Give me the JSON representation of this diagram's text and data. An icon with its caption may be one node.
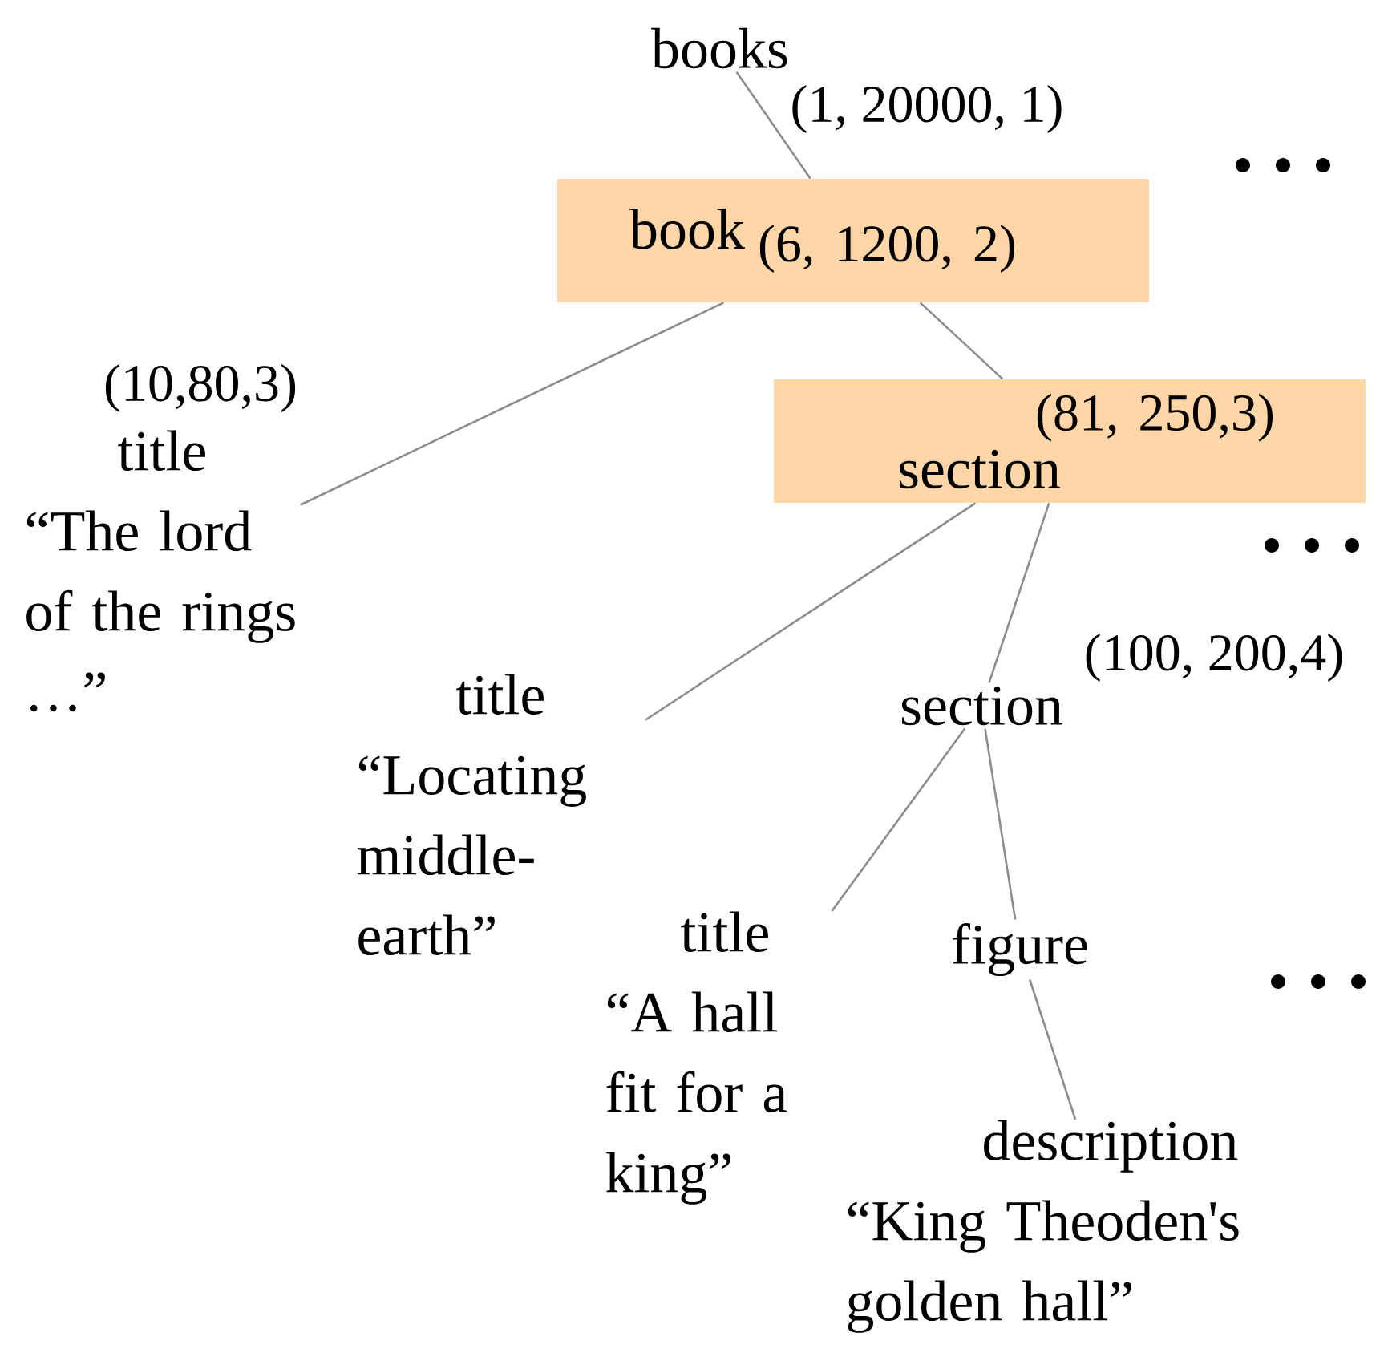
{
  "diagram": {
    "nodes": [
      {
        "text": [
          "books"
        ],
        "beside": [
          "(1, 20000, 1)"
        ]
      },
      {
        "text": [
          "book",
          "(6, 1200, 2)"
        ]
      },
      {
        "text": [
          "title",
          "“The lord of the rings …”"
        ],
        "beside": [
          "(10,80,3)"
        ]
      },
      {
        "text": [
          "(81, 250,3)",
          "section"
        ]
      },
      {
        "text": [
          "title",
          "“Locating middle-earth”"
        ]
      },
      {
        "text": [
          "section"
        ],
        "beside": [
          "(100, 200,4)"
        ]
      },
      {
        "text": [
          "title",
          "“A hall fit for a king”"
        ]
      },
      {
        "text": [
          "figure"
        ]
      },
      {
        "text": [
          "description",
          "“King Theoden's golden hall”"
        ]
      }
    ],
    "edges": [
      {
        "from": 0,
        "to": 1,
        "arrow": "none"
      },
      {
        "from": 1,
        "to": 2,
        "arrow": "none"
      },
      {
        "from": 1,
        "to": 3,
        "arrow": "none"
      },
      {
        "from": 3,
        "to": 4,
        "arrow": "none"
      },
      {
        "from": 3,
        "to": 5,
        "arrow": "none"
      },
      {
        "from": 5,
        "to": 6,
        "arrow": "none"
      },
      {
        "from": 5,
        "to": 7,
        "arrow": "none"
      },
      {
        "from": 7,
        "to": 8,
        "arrow": "none"
      }
    ]
  }
}
